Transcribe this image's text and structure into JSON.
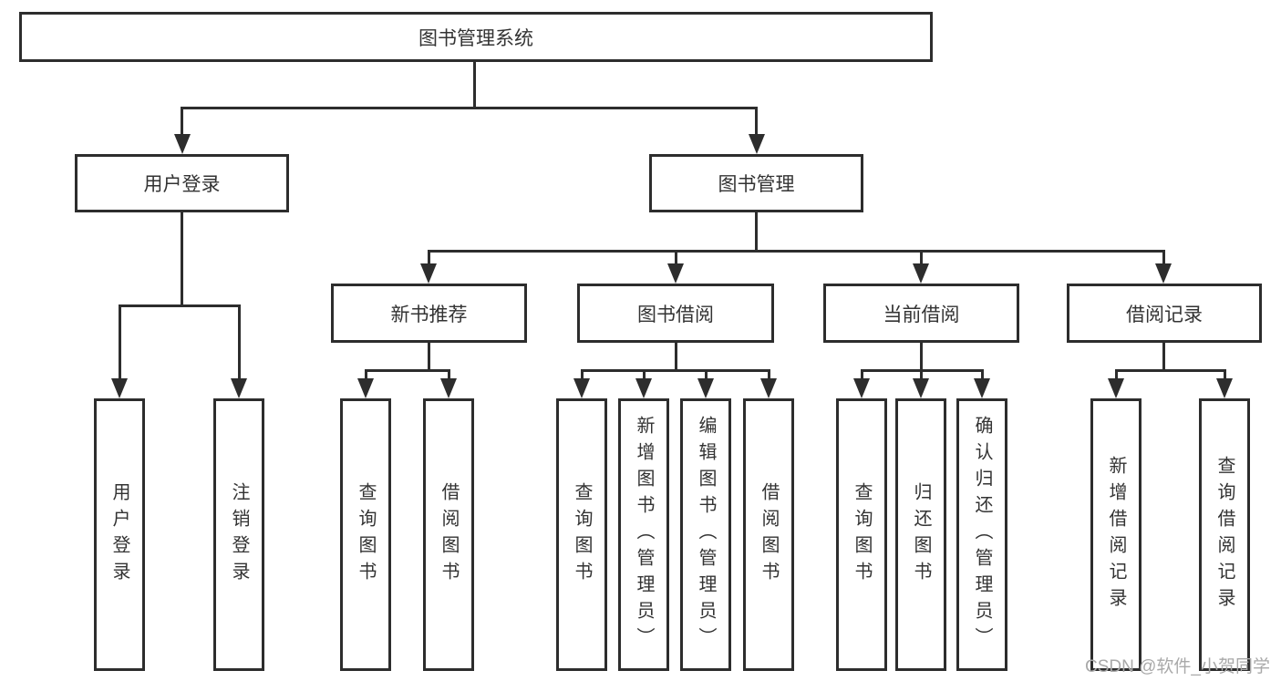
{
  "nodes": {
    "root": "图书管理系统",
    "level2": {
      "user_login": "用户登录",
      "book_management": "图书管理"
    },
    "level3": {
      "new_book_recommend": "新书推荐",
      "book_borrow": "图书借阅",
      "current_borrow": "当前借阅",
      "borrow_records": "借阅记录"
    },
    "leaves": {
      "user_login": "用户登录",
      "logout": "注销登录",
      "nb_query": "查询图书",
      "nb_borrow": "借阅图书",
      "bb_query": "查询图书",
      "bb_add_admin": "新增图书（管理员）",
      "bb_edit_admin": "编辑图书（管理员）",
      "bb_borrow": "借阅图书",
      "cb_query": "查询图书",
      "cb_return": "归还图书",
      "cb_confirm_admin": "确认归还（管理员）",
      "br_add": "新增借阅记录",
      "br_query": "查询借阅记录"
    }
  },
  "watermark": "CSDN @软件_小贺同学",
  "colors": {
    "line": "#2d2d2d",
    "text": "#333333",
    "watermark": "#a9a9a9",
    "background": "#ffffff"
  }
}
